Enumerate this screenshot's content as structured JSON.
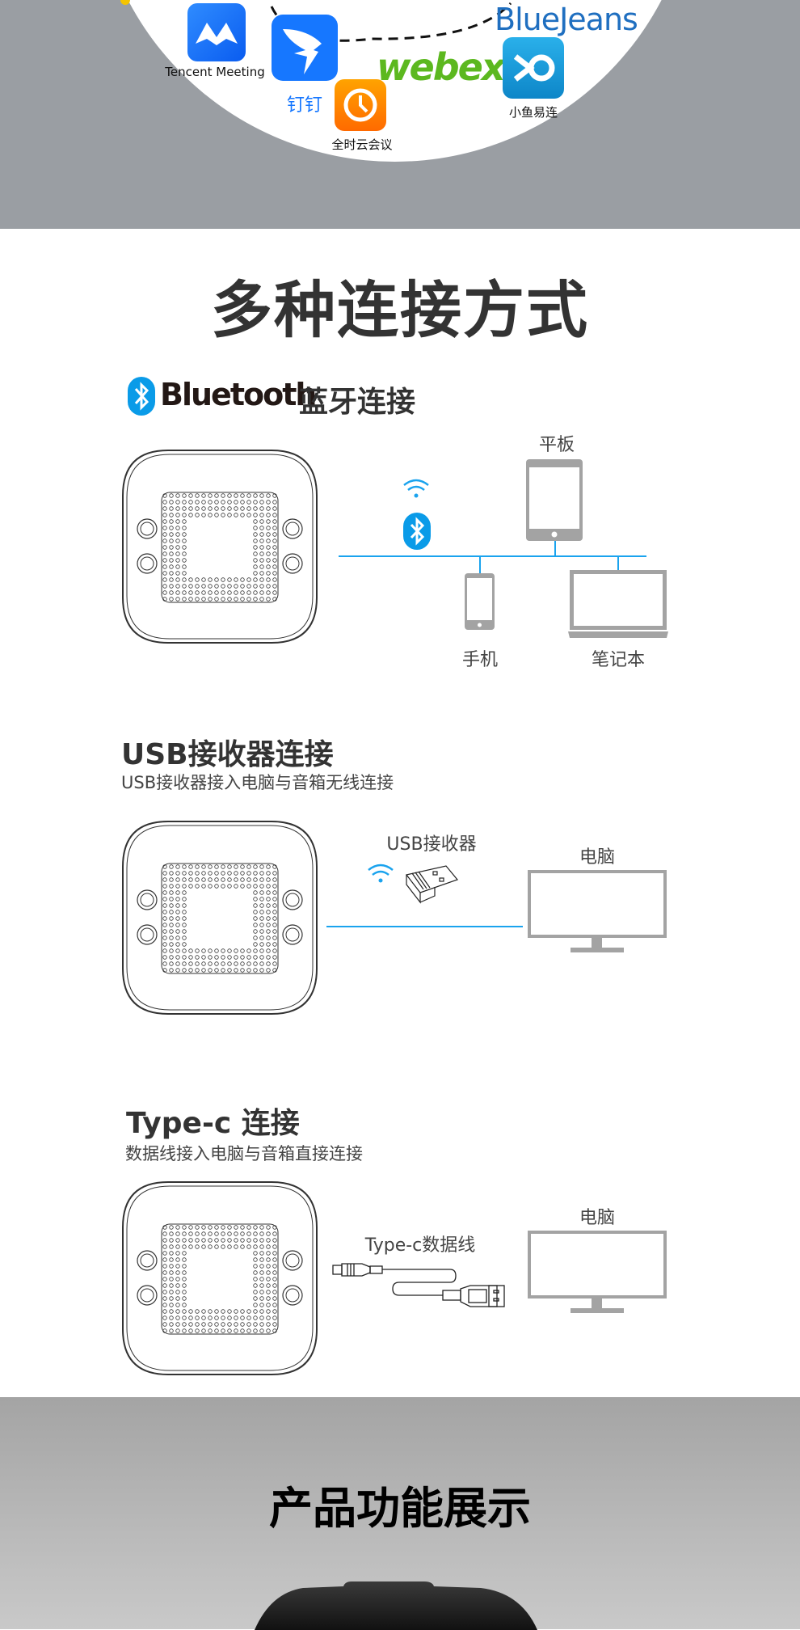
{
  "apps": {
    "tencent": "Tencent Meeting",
    "dingtalk": "钉钉",
    "quanshi": "全时云会议",
    "webex": "webex",
    "bluejeans": "BlueJeans",
    "xiaoyu": "小鱼易连"
  },
  "main_title": "多种连接方式",
  "bluetooth": {
    "logo_text": "Bluetooth",
    "title": "蓝牙连接",
    "devices": {
      "tablet": "平板",
      "phone": "手机",
      "laptop": "笔记本"
    }
  },
  "usb": {
    "title": "USB接收器连接",
    "subtitle": "USB接收器接入电脑与音箱无线连接",
    "dongle_label": "USB接收器",
    "computer_label": "电脑"
  },
  "typec": {
    "title": "Type-c 连接",
    "subtitle": "数据线接入电脑与音箱直接连接",
    "cable_label": "Type-c数据线",
    "computer_label": "电脑"
  },
  "showcase_title": "产品功能展示",
  "colors": {
    "accent": "#1aa3ee",
    "gray_band": "#9a9ea3",
    "device_gray": "#a3a3a3"
  }
}
